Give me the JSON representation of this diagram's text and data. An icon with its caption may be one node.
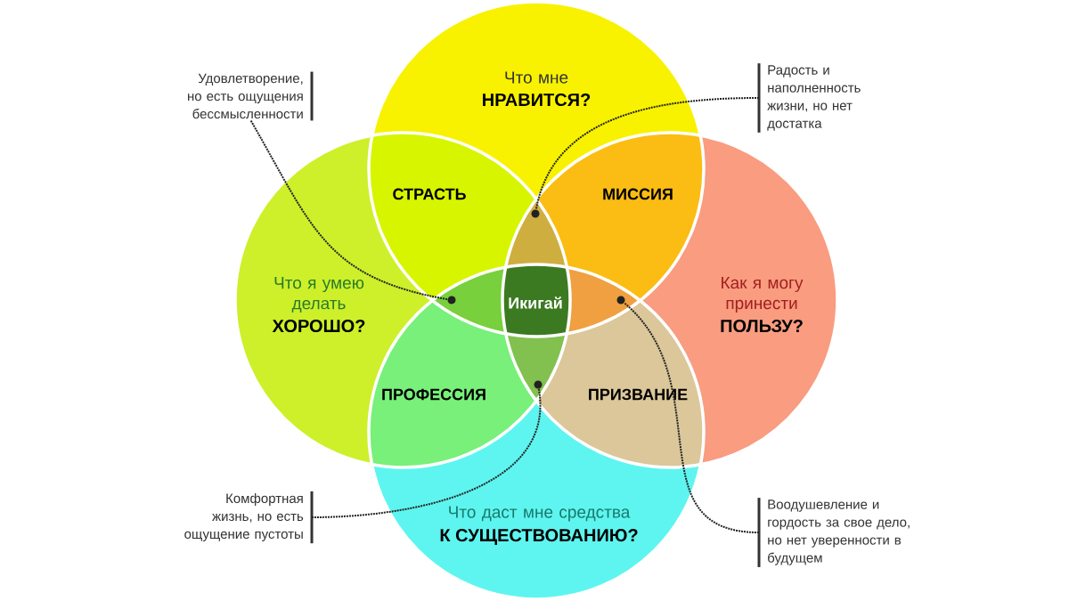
{
  "diagram": {
    "nodes": [
      {
        "text": [
          "Что мне",
          "НРАВИТСЯ?"
        ]
      },
      {
        "text": [
          "Что я умею делать",
          "ХОРОШО?"
        ]
      },
      {
        "text": [
          "Как я могу принести",
          "ПОЛЬЗУ?"
        ]
      },
      {
        "text": [
          "Что даст мне средства",
          "К СУЩЕСТВОВАНИЮ?"
        ]
      },
      {
        "text": [
          "СТРАСТЬ"
        ]
      },
      {
        "text": [
          "МИССИЯ"
        ]
      },
      {
        "text": [
          "ПРОФЕССИЯ"
        ]
      },
      {
        "text": [
          "ПРИЗВАНИЕ"
        ]
      },
      {
        "text": [
          "Икигай"
        ]
      },
      {
        "text": [],
        "shape": "circle"
      },
      {
        "text": [],
        "shape": "circle"
      },
      {
        "text": [],
        "shape": "circle"
      },
      {
        "text": [],
        "shape": "circle"
      },
      {
        "text": [
          "Удовлетворение, но есть ощущения бессмысленности"
        ]
      },
      {
        "text": [
          "Радость и наполненность жизни, но нет достатка"
        ]
      },
      {
        "text": [
          "Комфортная жизнь, но есть ощущение пустоты"
        ]
      },
      {
        "text": [
          "Воодушевление и гордость за свое дело, но нет уверенности в будущем"
        ]
      }
    ],
    "edges": [
      {
        "from": 13,
        "to": 10,
        "arrow": "none"
      },
      {
        "from": 14,
        "to": 9,
        "arrow": "none"
      },
      {
        "from": 15,
        "to": 12,
        "arrow": "none"
      },
      {
        "from": 16,
        "to": 11,
        "arrow": "none"
      }
    ]
  }
}
